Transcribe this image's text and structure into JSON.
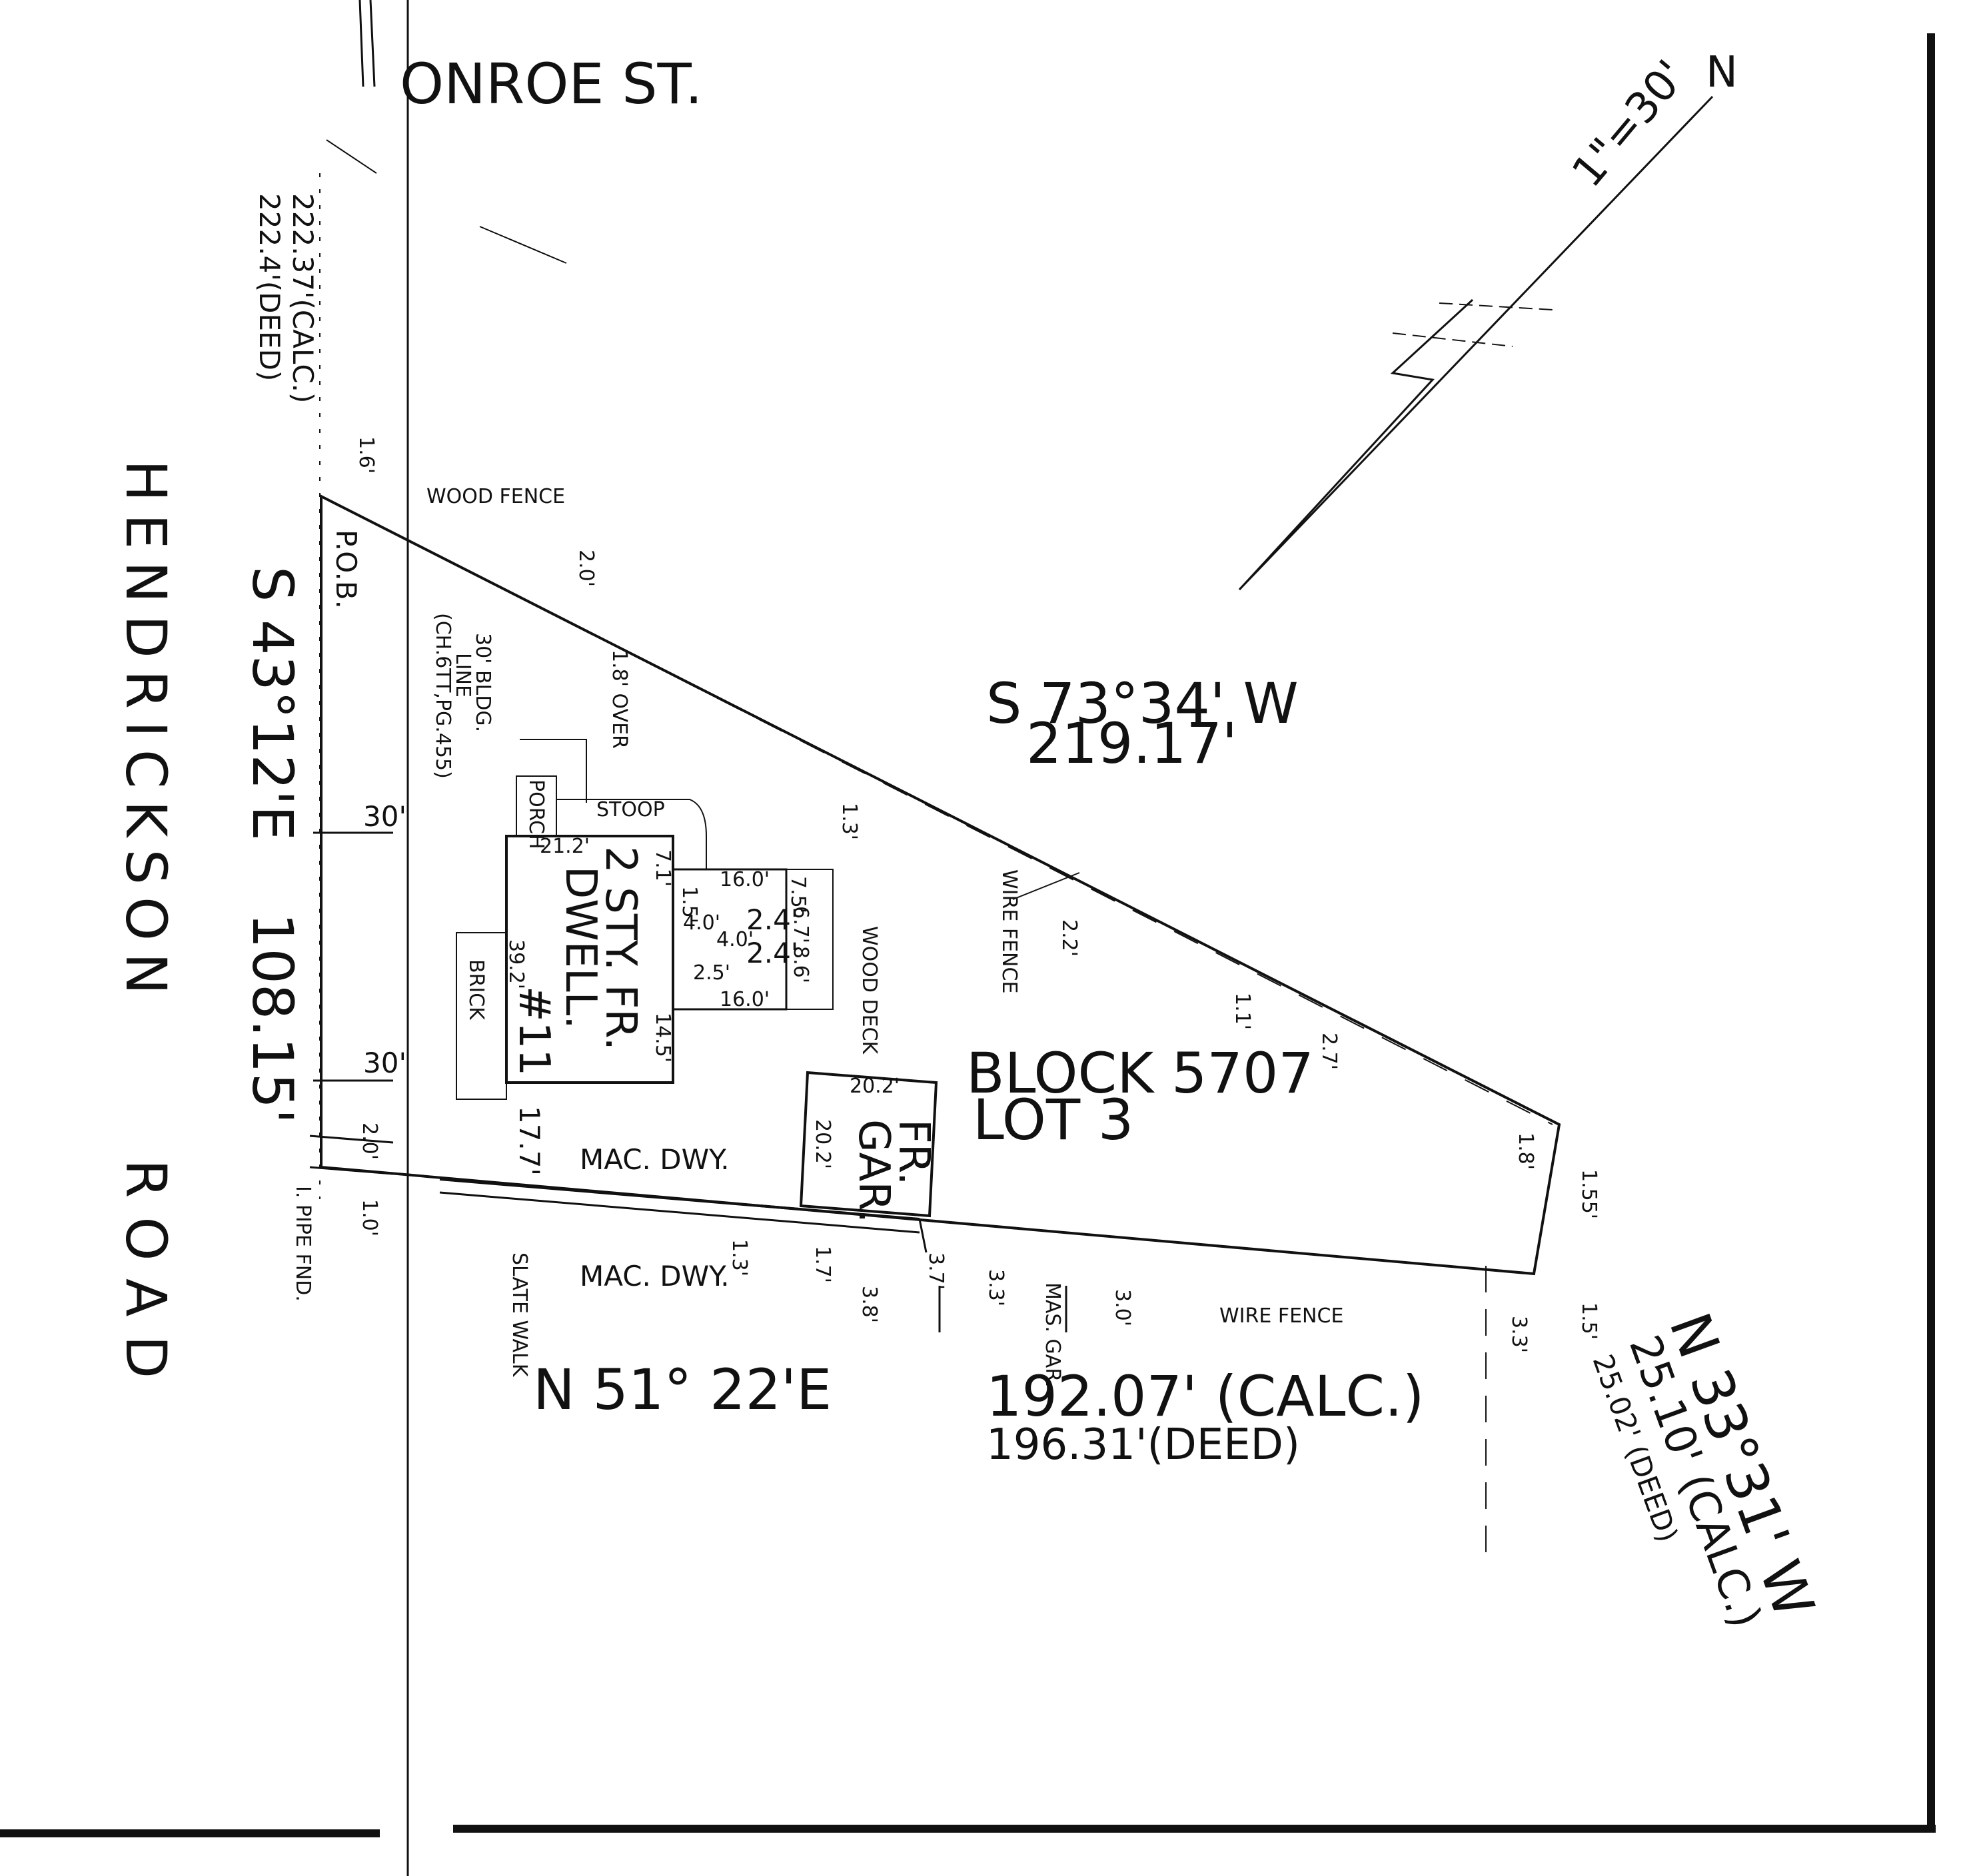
{
  "streets": {
    "monroe": "ONROE ST.",
    "hendrickson": "HENDRICKSON",
    "road": "ROAD"
  },
  "north_arrow": {
    "label": "N"
  },
  "scale": {
    "text": "1\"=30'"
  },
  "bearings": {
    "west_line": "S 43°12'E",
    "west_dist": "108.15'",
    "north_line": "S 73°34' W",
    "north_dist": "219.17'",
    "south_line": "N 51° 22'E",
    "south_dist_calc": "192.07' (CALC.)",
    "south_dist_deed": "196.31'(DEED)",
    "east_line": "N 33°31' W",
    "east_dist_calc": "25.10' (CALC.)",
    "east_dist_deed": "25.02' (DEED)"
  },
  "monroe_dims": {
    "calc": "222.37'(CALC.)",
    "deed": "222.4'(DEED)"
  },
  "lot": {
    "block": "BLOCK 5707",
    "lot": "LOT 3"
  },
  "labels": {
    "pob": "P.O.B.",
    "wood_fence": "WOOD FENCE",
    "bldg_line_1": "30' BLDG.",
    "bldg_line_2": "LINE",
    "bldg_line_3": "(CH.6TT,PG.455)",
    "porch": "PORCH",
    "stoop": "STOOP",
    "house_1": "2 STY. FR.",
    "house_2": "DWELL.",
    "house_3": "#11",
    "brick": "BRICK",
    "wood_deck": "WOOD DECK",
    "wire_fence_n": "WIRE FENCE",
    "wire_fence_s": "WIRE FENCE",
    "garage_1": "FR.",
    "garage_2": "GAR.",
    "mac_dwy_1": "MAC. DWY.",
    "mac_dwy_2": "MAC. DWY.",
    "slate_walk": "SLATE WALK",
    "mas_gar": "MAS. GAR.",
    "pipe_fnd": "I. PIPE FND.",
    "over": "1.8' OVER"
  },
  "small_dims": {
    "d1": "1.6'",
    "d2": "2.0'",
    "d3": "1.3'",
    "d4": "2.2'",
    "d5": "1.1'",
    "d6": "2.7'",
    "d7": "1.8'",
    "d8": "1.55'",
    "d9": "1.5'",
    "d10": "3.3'",
    "d11": "3.0'",
    "d12": "3.3'",
    "d13": "3.7'",
    "d14": "1.7'",
    "d15": "1.3'",
    "d16": "3.8'",
    "d17": "2.0'",
    "d18": "1.0'",
    "d19": "17.7'",
    "d20": "30'",
    "d21": "30'",
    "h_21": "21.2'",
    "h_39": "39.2'",
    "h_7": "7.1'",
    "h_16a": "16.0'",
    "h_16b": "16.0'",
    "h_15": "1.5'",
    "h_40": "4.0'",
    "h_40b": "4.0'",
    "h_25": "2.5'",
    "h_75": "7.5'",
    "h_24a": "2.4'",
    "h_24b": "2.4'",
    "h_86": "8.6'",
    "h_67": "6.7'",
    "h_145": "14.5'",
    "g_202a": "20.2'",
    "g_202b": "20.2'"
  }
}
